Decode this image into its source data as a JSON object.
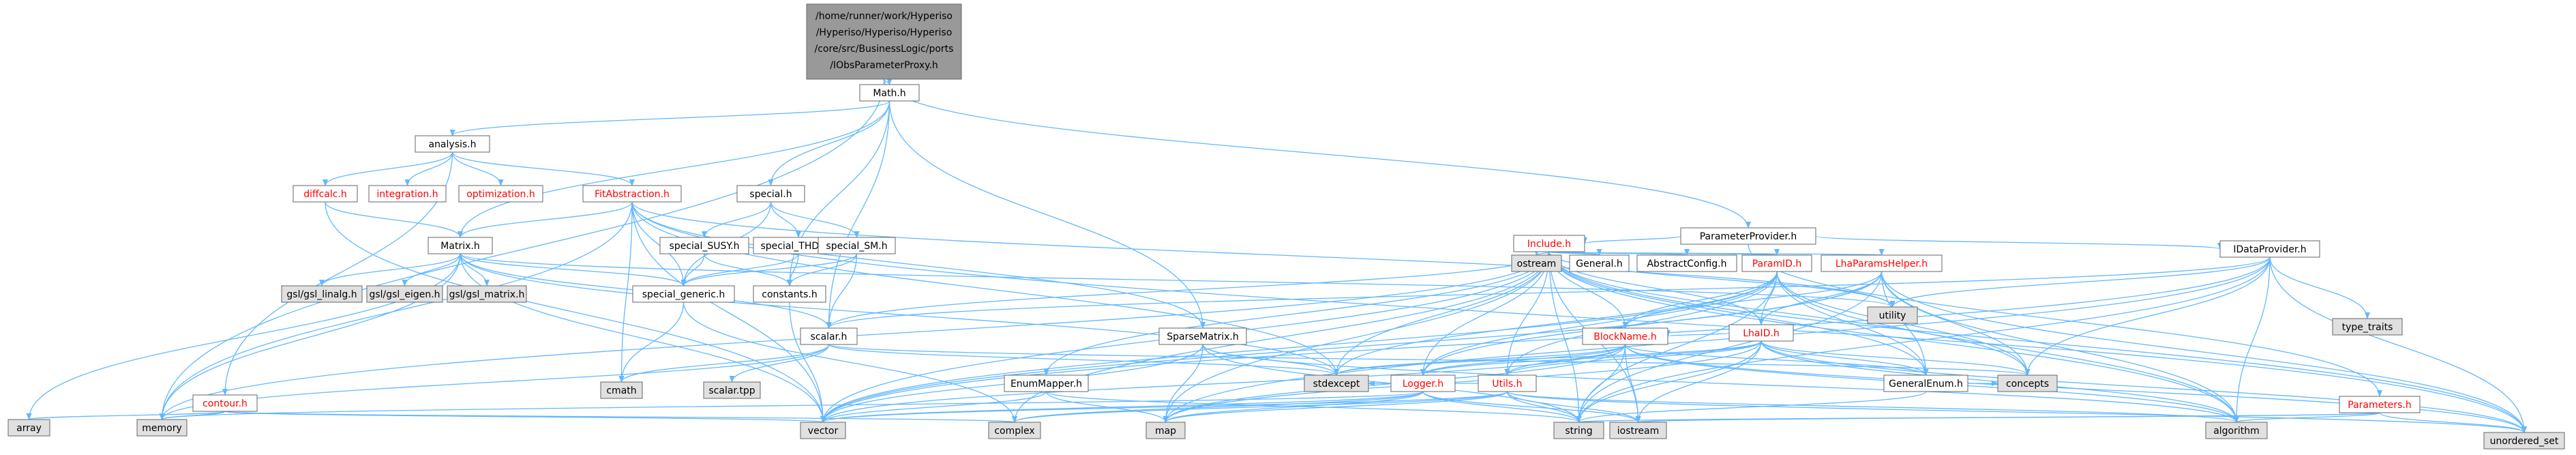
{
  "graph": {
    "root": {
      "lines": [
        "/home/runner/work/Hyperiso",
        "/Hyperiso/Hyperiso/Hyperiso",
        "/core/src/BusinessLogic/ports",
        "/IObsParameterProxy.h"
      ]
    },
    "nodes": [
      {
        "id": "math",
        "label": "Math.h",
        "kind": "plain"
      },
      {
        "id": "paramprovider",
        "label": "ParameterProvider.h",
        "kind": "plain"
      },
      {
        "id": "analysis",
        "label": "analysis.h",
        "kind": "plain"
      },
      {
        "id": "special",
        "label": "special.h",
        "kind": "plain"
      },
      {
        "id": "include",
        "label": "Include.h",
        "kind": "link"
      },
      {
        "id": "idataprovider",
        "label": "IDataProvider.h",
        "kind": "plain"
      },
      {
        "id": "diffcalc",
        "label": "diffcalc.h",
        "kind": "link"
      },
      {
        "id": "integration",
        "label": "integration.h",
        "kind": "link"
      },
      {
        "id": "optimization",
        "label": "optimization.h",
        "kind": "link"
      },
      {
        "id": "fitabstraction",
        "label": "FitAbstraction.h",
        "kind": "link"
      },
      {
        "id": "matrix",
        "label": "Matrix.h",
        "kind": "plain"
      },
      {
        "id": "special_susy",
        "label": "special_SUSY.h",
        "kind": "plain"
      },
      {
        "id": "special_thdm",
        "label": "special_THDM.h",
        "kind": "plain"
      },
      {
        "id": "special_sm",
        "label": "special_SM.h",
        "kind": "plain"
      },
      {
        "id": "ostream",
        "label": "ostream",
        "kind": "system"
      },
      {
        "id": "general",
        "label": "General.h",
        "kind": "plain"
      },
      {
        "id": "abstractconfig",
        "label": "AbstractConfig.h",
        "kind": "plain"
      },
      {
        "id": "paramid",
        "label": "ParamID.h",
        "kind": "link"
      },
      {
        "id": "lhaparamshelper",
        "label": "LhaParamsHelper.h",
        "kind": "link"
      },
      {
        "id": "gsl_linalg",
        "label": "gsl/gsl_linalg.h",
        "kind": "system"
      },
      {
        "id": "gsl_eigen",
        "label": "gsl/gsl_eigen.h",
        "kind": "system"
      },
      {
        "id": "gsl_matrix",
        "label": "gsl/gsl_matrix.h",
        "kind": "system"
      },
      {
        "id": "special_generic",
        "label": "special_generic.h",
        "kind": "plain"
      },
      {
        "id": "constants",
        "label": "constants.h",
        "kind": "plain"
      },
      {
        "id": "scalar",
        "label": "scalar.h",
        "kind": "plain"
      },
      {
        "id": "sparsematrix",
        "label": "SparseMatrix.h",
        "kind": "plain"
      },
      {
        "id": "blockname",
        "label": "BlockName.h",
        "kind": "link"
      },
      {
        "id": "lhaid",
        "label": "LhaID.h",
        "kind": "link"
      },
      {
        "id": "utility",
        "label": "utility",
        "kind": "system"
      },
      {
        "id": "type_traits",
        "label": "type_traits",
        "kind": "system"
      },
      {
        "id": "contour",
        "label": "contour.h",
        "kind": "link"
      },
      {
        "id": "cmath",
        "label": "cmath",
        "kind": "system"
      },
      {
        "id": "scalar_tpp",
        "label": "scalar.tpp",
        "kind": "system"
      },
      {
        "id": "enummapper",
        "label": "EnumMapper.h",
        "kind": "plain"
      },
      {
        "id": "stdexcept",
        "label": "stdexcept",
        "kind": "system"
      },
      {
        "id": "logger",
        "label": "Logger.h",
        "kind": "link"
      },
      {
        "id": "utils",
        "label": "Utils.h",
        "kind": "link"
      },
      {
        "id": "generalenum",
        "label": "GeneralEnum.h",
        "kind": "plain"
      },
      {
        "id": "concepts",
        "label": "concepts",
        "kind": "system"
      },
      {
        "id": "parameters",
        "label": "Parameters.h",
        "kind": "link"
      },
      {
        "id": "array",
        "label": "array",
        "kind": "system"
      },
      {
        "id": "memory",
        "label": "memory",
        "kind": "system"
      },
      {
        "id": "vector",
        "label": "vector",
        "kind": "system"
      },
      {
        "id": "complex",
        "label": "complex",
        "kind": "system"
      },
      {
        "id": "map",
        "label": "map",
        "kind": "system"
      },
      {
        "id": "string",
        "label": "string",
        "kind": "system"
      },
      {
        "id": "iostream",
        "label": "iostream",
        "kind": "system"
      },
      {
        "id": "algorithm",
        "label": "algorithm",
        "kind": "system"
      },
      {
        "id": "unordered_set",
        "label": "unordered_set",
        "kind": "system"
      }
    ],
    "colors": {
      "root_fill": "#999999",
      "plain_fill": "#ffffff",
      "system_fill": "#e0e0e0",
      "border": "#666666",
      "link_text": "#ff0000",
      "edge": "#63b8ff"
    }
  }
}
